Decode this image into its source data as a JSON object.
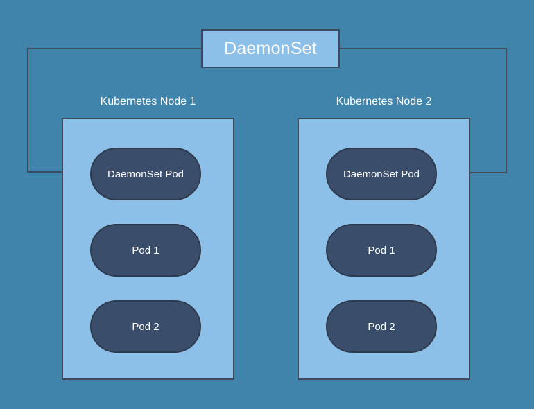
{
  "diagram": {
    "title": "DaemonSet",
    "background_color": "#4083ab",
    "node_fill_color": "#8cc0e8",
    "pod_fill_color": "#3a4d6b",
    "border_color": "#3d4a5c",
    "text_color": "#ffffff",
    "controller": {
      "label": "DaemonSet"
    },
    "nodes": [
      {
        "title": "Kubernetes Node 1",
        "pods": [
          {
            "label": "DaemonSet Pod",
            "managed": true
          },
          {
            "label": "Pod 1",
            "managed": false
          },
          {
            "label": "Pod 2",
            "managed": false
          }
        ]
      },
      {
        "title": "Kubernetes Node 2",
        "pods": [
          {
            "label": "DaemonSet Pod",
            "managed": true
          },
          {
            "label": "Pod 1",
            "managed": false
          },
          {
            "label": "Pod 2",
            "managed": false
          }
        ]
      }
    ],
    "connectors": [
      {
        "from": "DaemonSet",
        "to": "Kubernetes Node 1 / DaemonSet Pod",
        "direction": "left"
      },
      {
        "from": "DaemonSet",
        "to": "Kubernetes Node 2 / DaemonSet Pod",
        "direction": "right"
      }
    ]
  }
}
